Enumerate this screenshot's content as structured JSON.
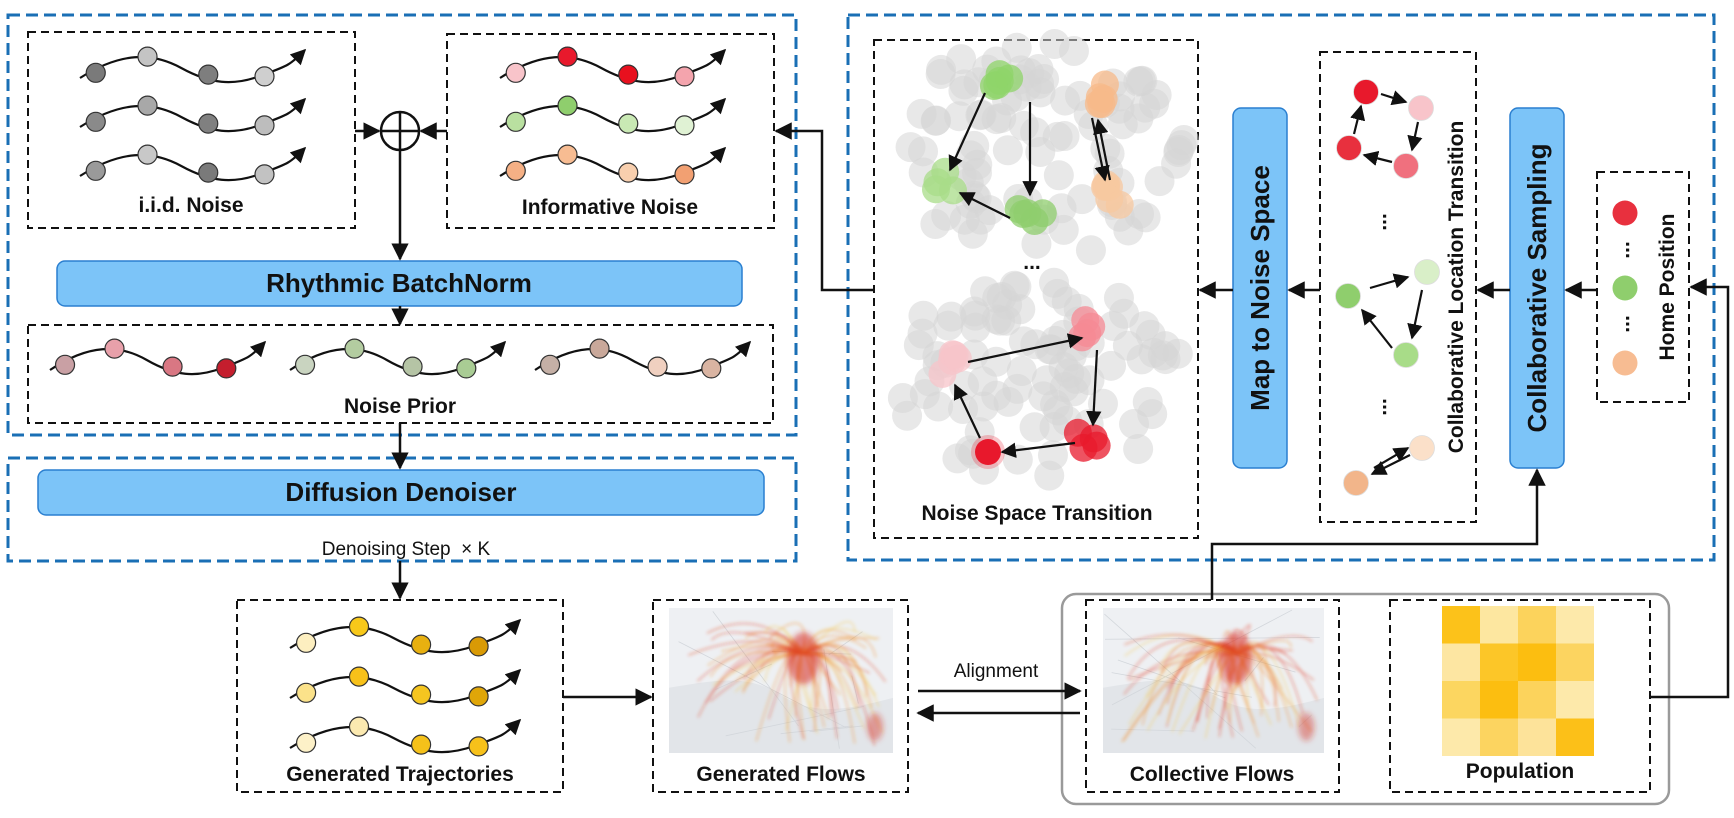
{
  "labels": {
    "iid_noise": "i.i.d. Noise",
    "informative_noise": "Informative Noise",
    "rhythmic_batchnorm": "Rhythmic BatchNorm",
    "noise_prior": "Noise Prior",
    "diffusion_denoiser": "Diffusion Denoiser",
    "denoising_step": "Denoising Step  × K",
    "generated_trajectories": "Generated Trajectories",
    "generated_flows": "Generated Flows",
    "alignment": "Alignment",
    "collective_flows": "Collective Flows",
    "population": "Population",
    "noise_space_transition": "Noise Space Transition",
    "map_to_noise_space": "Map to Noise Space",
    "collaborative_location_transition": "Collaborative Location Transition",
    "collaborative_sampling": "Collaborative Sampling",
    "home_position": "Home Position",
    "ellipsis": "..."
  },
  "colors": {
    "blue_dashed": "#1a6fb5",
    "module_fill": "#7cc4f8",
    "module_stroke": "#2a7fd0",
    "red": "#e8192c",
    "pink": "#f4a4ad",
    "green": "#8fce6d",
    "light_green": "#d4eec4",
    "peach": "#f7bc92",
    "light_peach": "#fbe0c9",
    "gold": "#f7c11a",
    "gray_node": "#8a8a8a",
    "light_gray_node": "#c8c8c8"
  },
  "icons": [
    "plus-circle-icon",
    "arrow-icon",
    "trajectory-icon",
    "flow-map-icon",
    "population-grid-icon"
  ]
}
